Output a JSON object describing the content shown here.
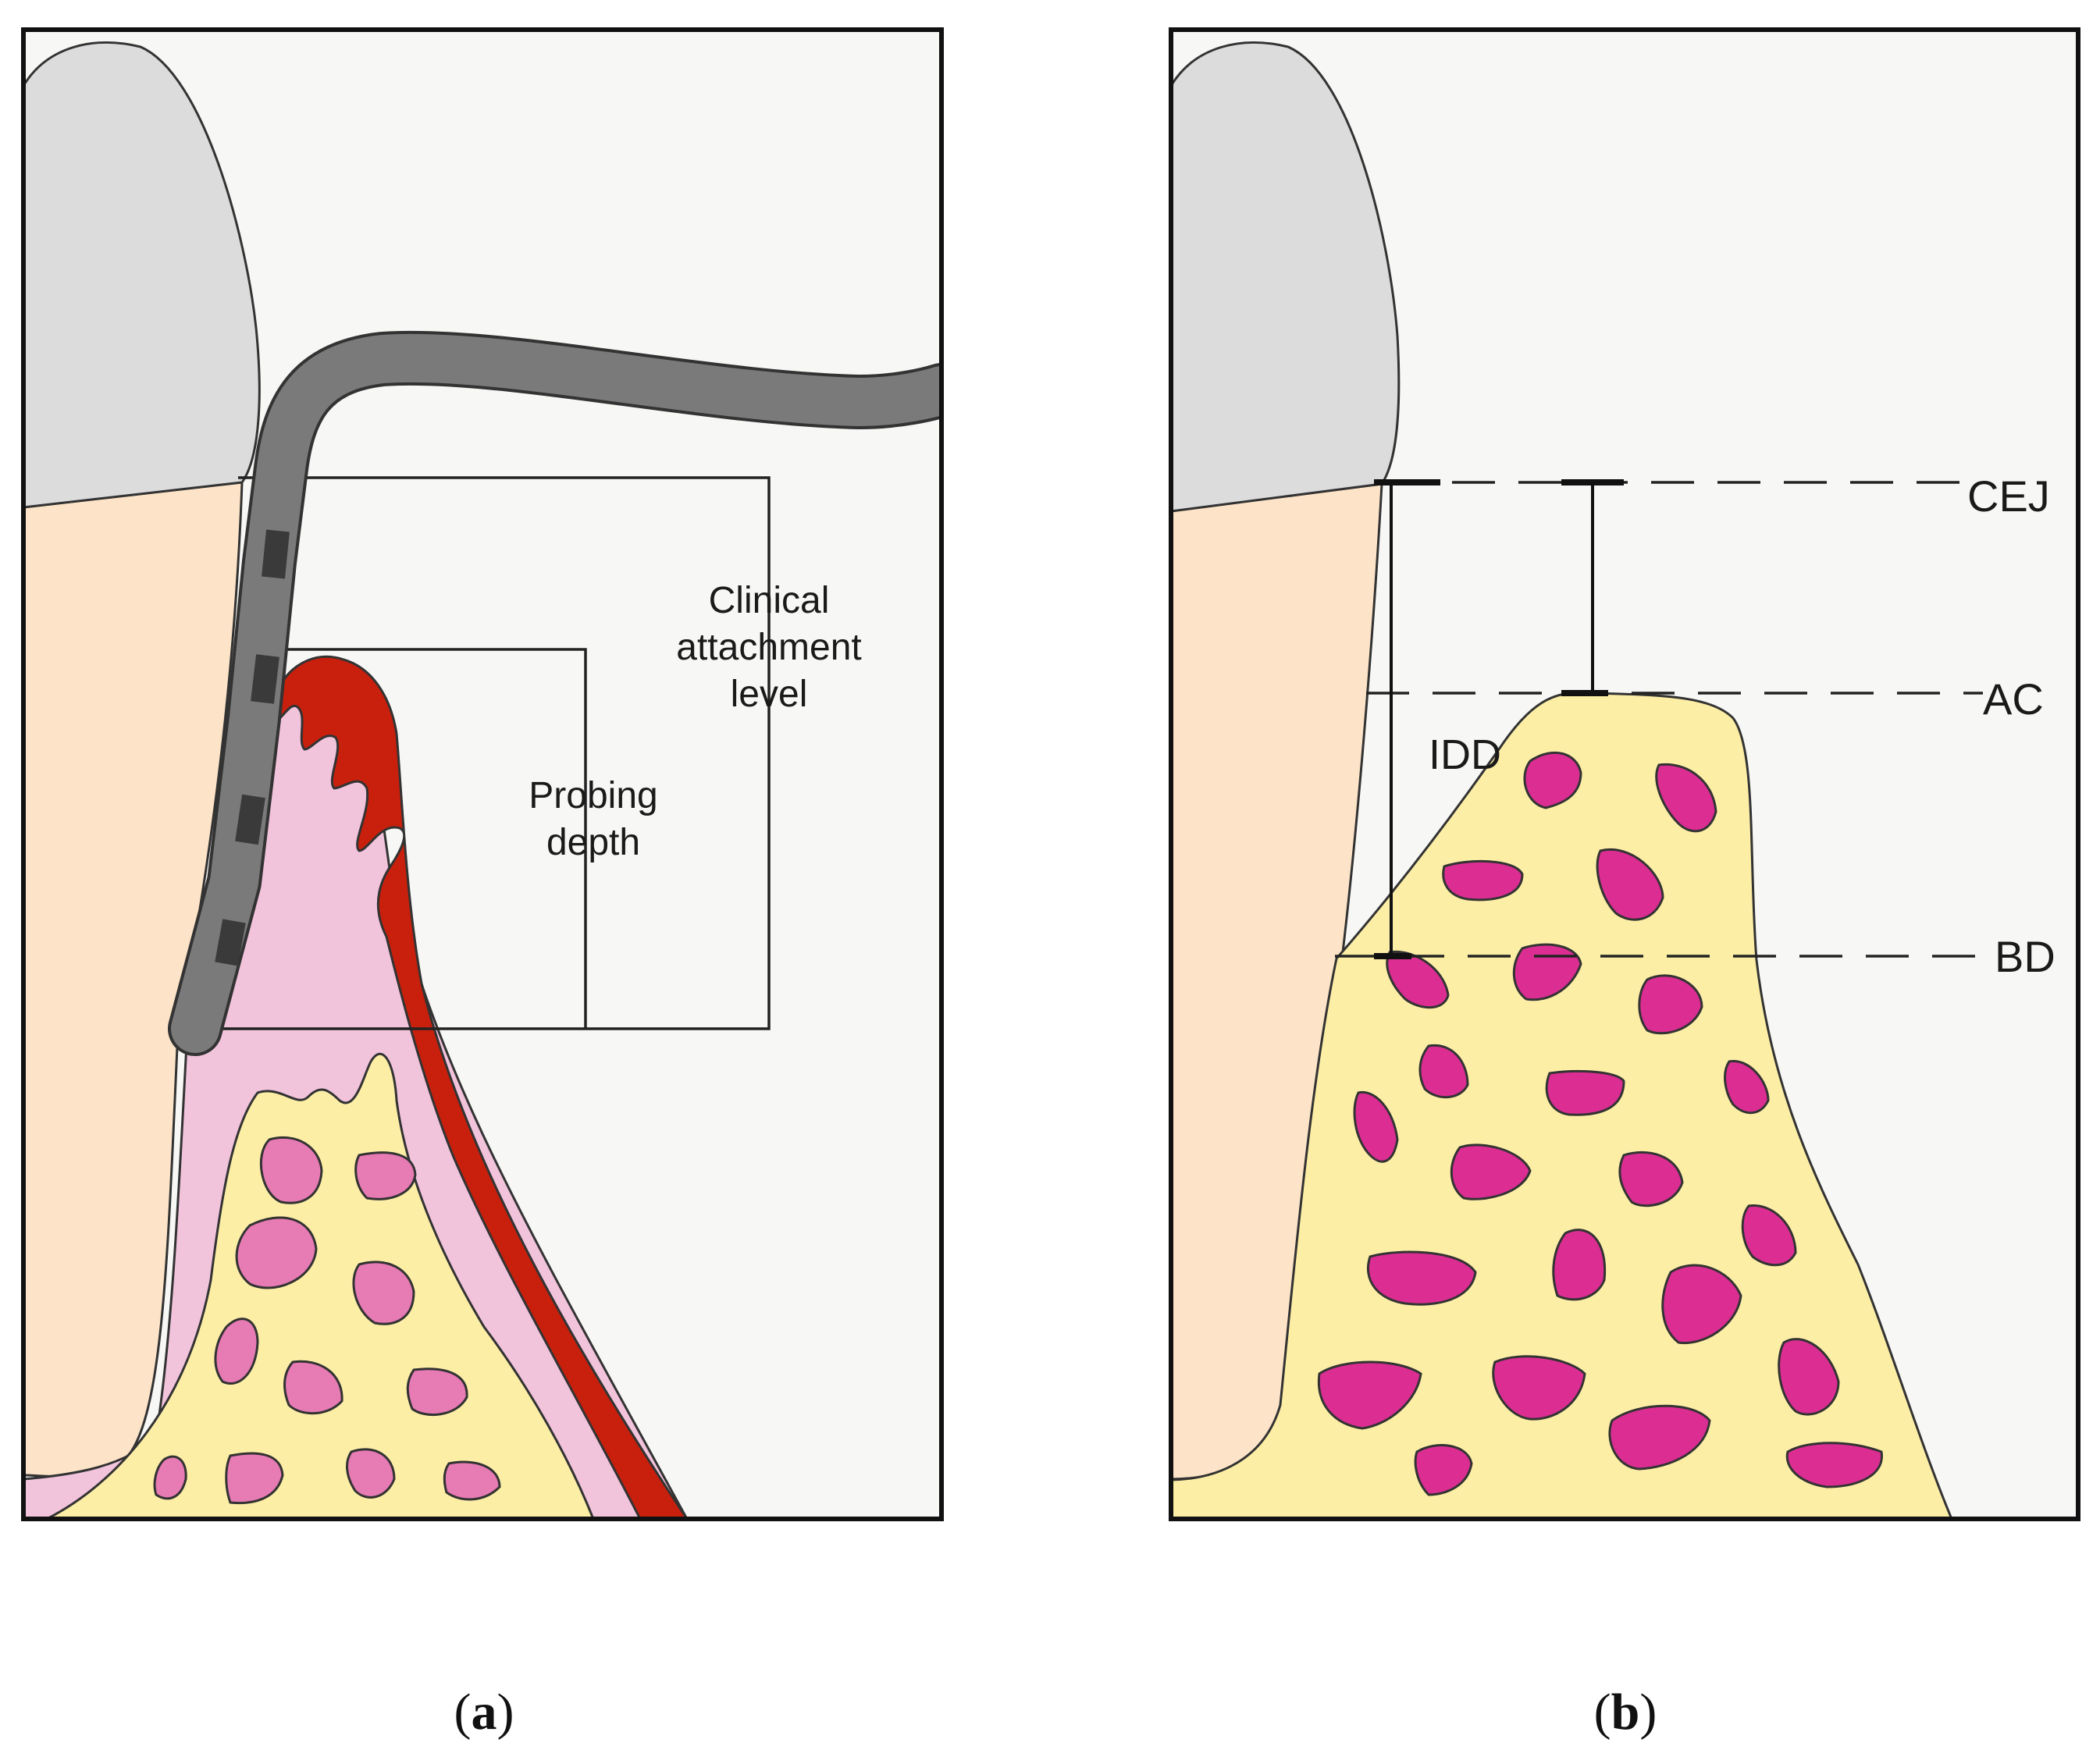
{
  "panel_a": {
    "caption_open": "(",
    "caption_letter": "a",
    "caption_close": ")",
    "label_cal_line1": "Clinical",
    "label_cal_line2": "attachment",
    "label_cal_line3": "level",
    "label_pd_line1": "Probing",
    "label_pd_line2": "depth"
  },
  "panel_b": {
    "caption_open": "(",
    "caption_letter": "b",
    "caption_close": ")",
    "label_cej": "CEJ",
    "label_ac": "AC",
    "label_bd": "BD",
    "label_idd": "IDD"
  },
  "colors": {
    "enamel": "#dcdcdc",
    "root": "#fde4c8",
    "gingiva": "#f2c4dc",
    "epithelium": "#c8200c",
    "bone": "#fdeea6",
    "marrow_a": "#e77bb3",
    "marrow_b": "#dc2e92",
    "probe": "#7a7a7a",
    "background": "#f7f7f5"
  }
}
